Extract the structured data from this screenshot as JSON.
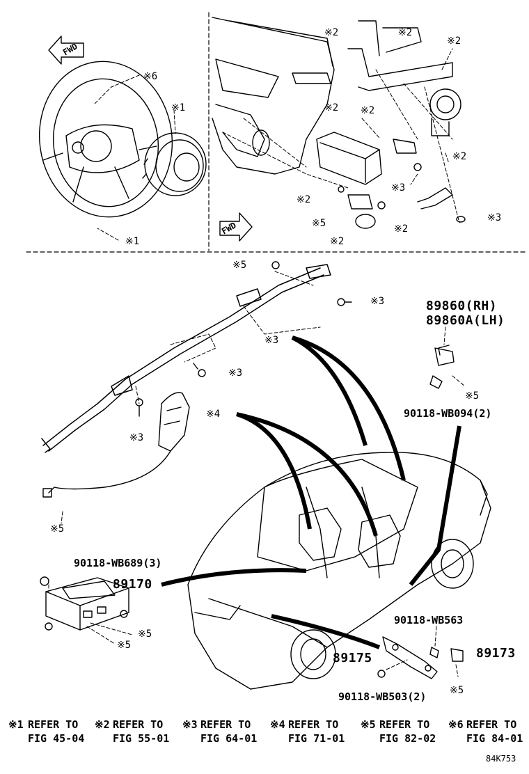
{
  "callouts": {
    "c1": "※1",
    "c2": "※2",
    "c3": "※3",
    "c4": "※4",
    "c5": "※5",
    "c6": "※6"
  },
  "parts": {
    "p89860rh": "89860(RH)",
    "p89860alh": "89860A(LH)",
    "p89170": "89170",
    "p89173": "89173",
    "p89175": "89175"
  },
  "fasteners": {
    "wb094": "90118-WB094(2)",
    "wb689": "90118-WB689(3)",
    "wb563": "90118-WB563",
    "wb503": "90118-WB503(2)"
  },
  "fwd": "FWD",
  "references": [
    {
      "mark": "※1",
      "text": "REFER TO",
      "fig": "FIG 45-04"
    },
    {
      "mark": "※2",
      "text": "REFER TO",
      "fig": "FIG 55-01"
    },
    {
      "mark": "※3",
      "text": "REFER TO",
      "fig": "FIG 64-01"
    },
    {
      "mark": "※4",
      "text": "REFER TO",
      "fig": "FIG 71-01"
    },
    {
      "mark": "※5",
      "text": "REFER TO",
      "fig": "FIG 82-02"
    },
    {
      "mark": "※6",
      "text": "REFER TO",
      "fig": "FIG 84-01"
    }
  ],
  "diagram_code": "84K753"
}
